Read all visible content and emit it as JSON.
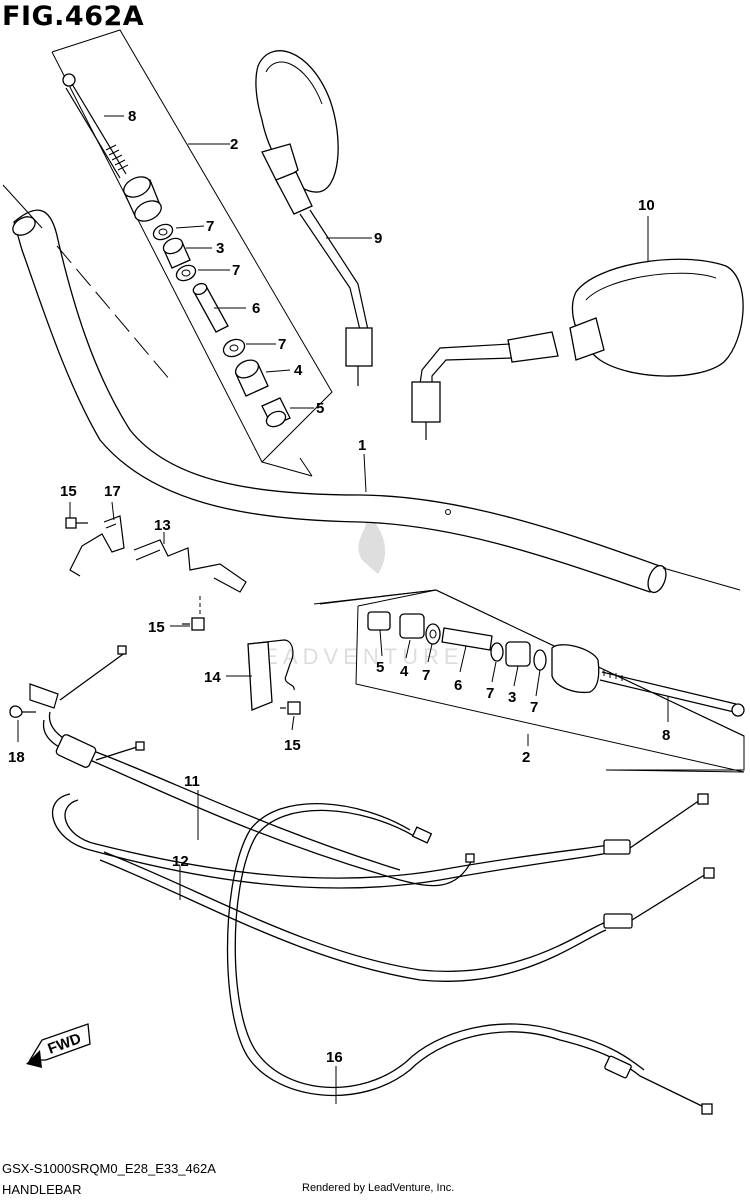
{
  "header": {
    "title": "FIG.462A"
  },
  "footer": {
    "model_code": "GSX-S1000SRQM0_E28_E33_462A",
    "section_name": "HANDLEBAR",
    "credit": "Rendered by LeadVenture, Inc."
  },
  "watermark": {
    "text": "LEADVENTURE"
  },
  "fwd_badge": {
    "text": "FWD"
  },
  "callouts": [
    {
      "id": "c-8-top",
      "text": "8"
    },
    {
      "id": "c-2-top",
      "text": "2"
    },
    {
      "id": "c-7-a",
      "text": "7"
    },
    {
      "id": "c-3-top",
      "text": "3"
    },
    {
      "id": "c-7-b",
      "text": "7"
    },
    {
      "id": "c-6-top",
      "text": "6"
    },
    {
      "id": "c-7-c",
      "text": "7"
    },
    {
      "id": "c-4-top",
      "text": "4"
    },
    {
      "id": "c-5-top",
      "text": "5"
    },
    {
      "id": "c-9",
      "text": "9"
    },
    {
      "id": "c-10",
      "text": "10"
    },
    {
      "id": "c-1",
      "text": "1"
    },
    {
      "id": "c-15-a",
      "text": "15"
    },
    {
      "id": "c-17",
      "text": "17"
    },
    {
      "id": "c-13",
      "text": "13"
    },
    {
      "id": "c-15-b",
      "text": "15"
    },
    {
      "id": "c-14",
      "text": "14"
    },
    {
      "id": "c-15-c",
      "text": "15"
    },
    {
      "id": "c-18",
      "text": "18"
    },
    {
      "id": "c-5-bot",
      "text": "5"
    },
    {
      "id": "c-4-bot",
      "text": "4"
    },
    {
      "id": "c-7-d",
      "text": "7"
    },
    {
      "id": "c-6-bot",
      "text": "6"
    },
    {
      "id": "c-7-e",
      "text": "7"
    },
    {
      "id": "c-3-bot",
      "text": "3"
    },
    {
      "id": "c-7-f",
      "text": "7"
    },
    {
      "id": "c-8-bot",
      "text": "8"
    },
    {
      "id": "c-2-bot",
      "text": "2"
    },
    {
      "id": "c-11",
      "text": "11"
    },
    {
      "id": "c-12",
      "text": "12"
    },
    {
      "id": "c-16",
      "text": "16"
    }
  ]
}
